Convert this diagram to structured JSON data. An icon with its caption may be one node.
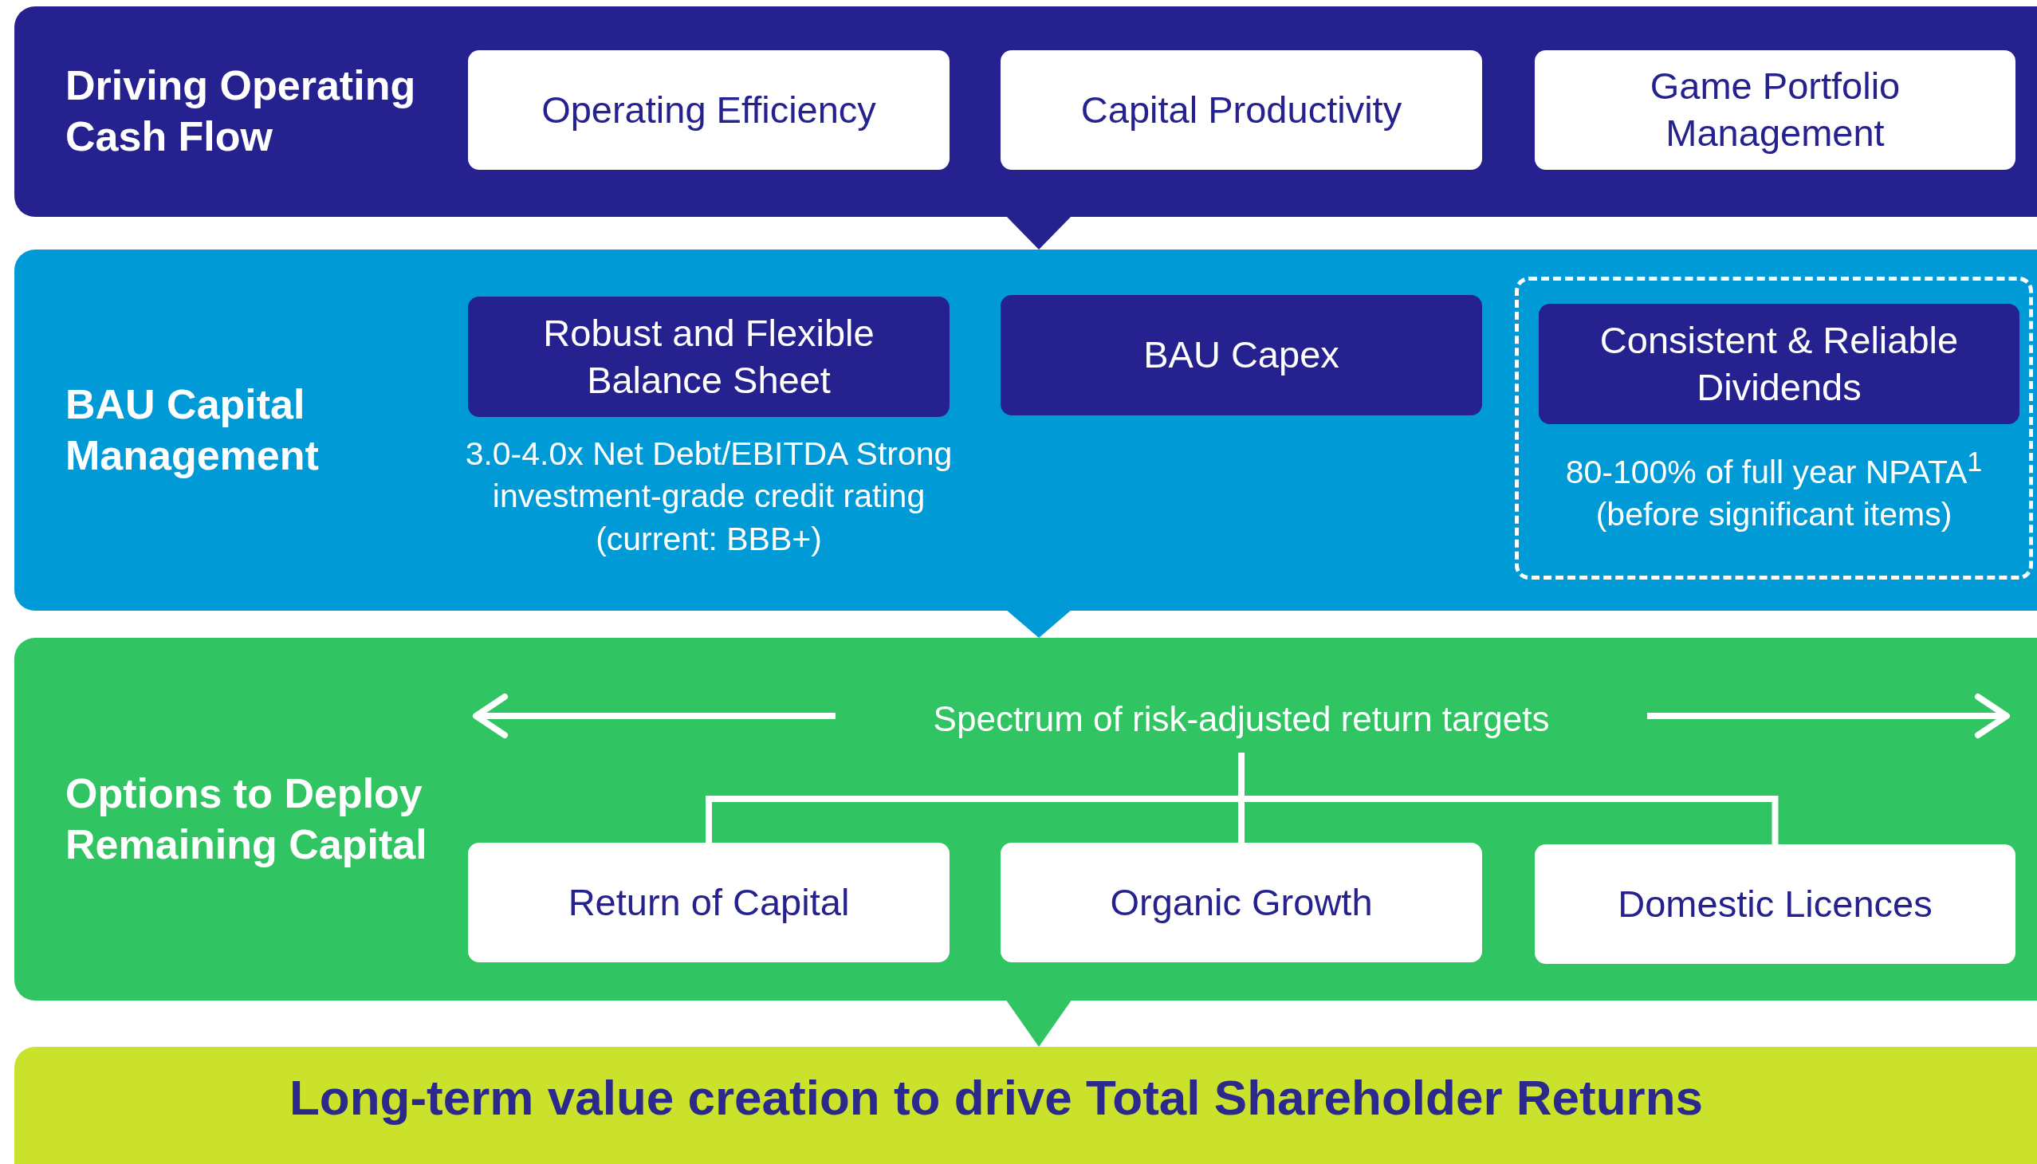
{
  "diagram": {
    "nodes": [
      {
        "text": [
          "Driving Operating Cash Flow"
        ]
      },
      {
        "text": [
          "Operating Efficiency"
        ],
        "in": 0
      },
      {
        "text": [
          "Capital Productivity"
        ],
        "in": 0
      },
      {
        "text": [
          "Game Portfolio Management"
        ],
        "in": 0
      },
      {
        "text": [
          "BAU Capital Management"
        ]
      },
      {
        "text": [
          "Robust and Flexible Balance Sheet"
        ],
        "in": 4,
        "beside": [
          "3.0-4.0x Net Debt/EBITDA Strong investment-grade credit rating (current: BBB+)"
        ]
      },
      {
        "text": [
          "BAU Capex"
        ],
        "in": 4
      },
      {
        "text": [
          "80-100% of full year NPATA$^{1}$ (before significant items)"
        ],
        "in": 4
      },
      {
        "text": [
          "Consistent & Reliable Dividends"
        ],
        "in": 7
      },
      {
        "text": [
          "Options to Deploy Remaining Capital"
        ]
      },
      {
        "text": [
          "Spectrum of risk-adjusted return targets"
        ],
        "in": 9
      },
      {
        "text": [
          "Return of Capital"
        ],
        "in": 9
      },
      {
        "text": [
          "Organic Growth"
        ],
        "in": 9
      },
      {
        "text": [
          "Domestic Licences"
        ],
        "in": 9
      },
      {
        "text": [
          "Long-term value creation to drive Total Shareholder Returns"
        ]
      }
    ],
    "edges": [
      {
        "from": 0,
        "to": 4,
        "arrow": "to"
      },
      {
        "from": 4,
        "to": 9,
        "arrow": "to"
      },
      {
        "from": 9,
        "to": 14,
        "arrow": "to"
      },
      {
        "from": 10,
        "to": 11,
        "arrow": "none"
      },
      {
        "from": 10,
        "to": 12,
        "arrow": "none"
      },
      {
        "from": 10,
        "to": 13,
        "arrow": "none"
      }
    ]
  }
}
